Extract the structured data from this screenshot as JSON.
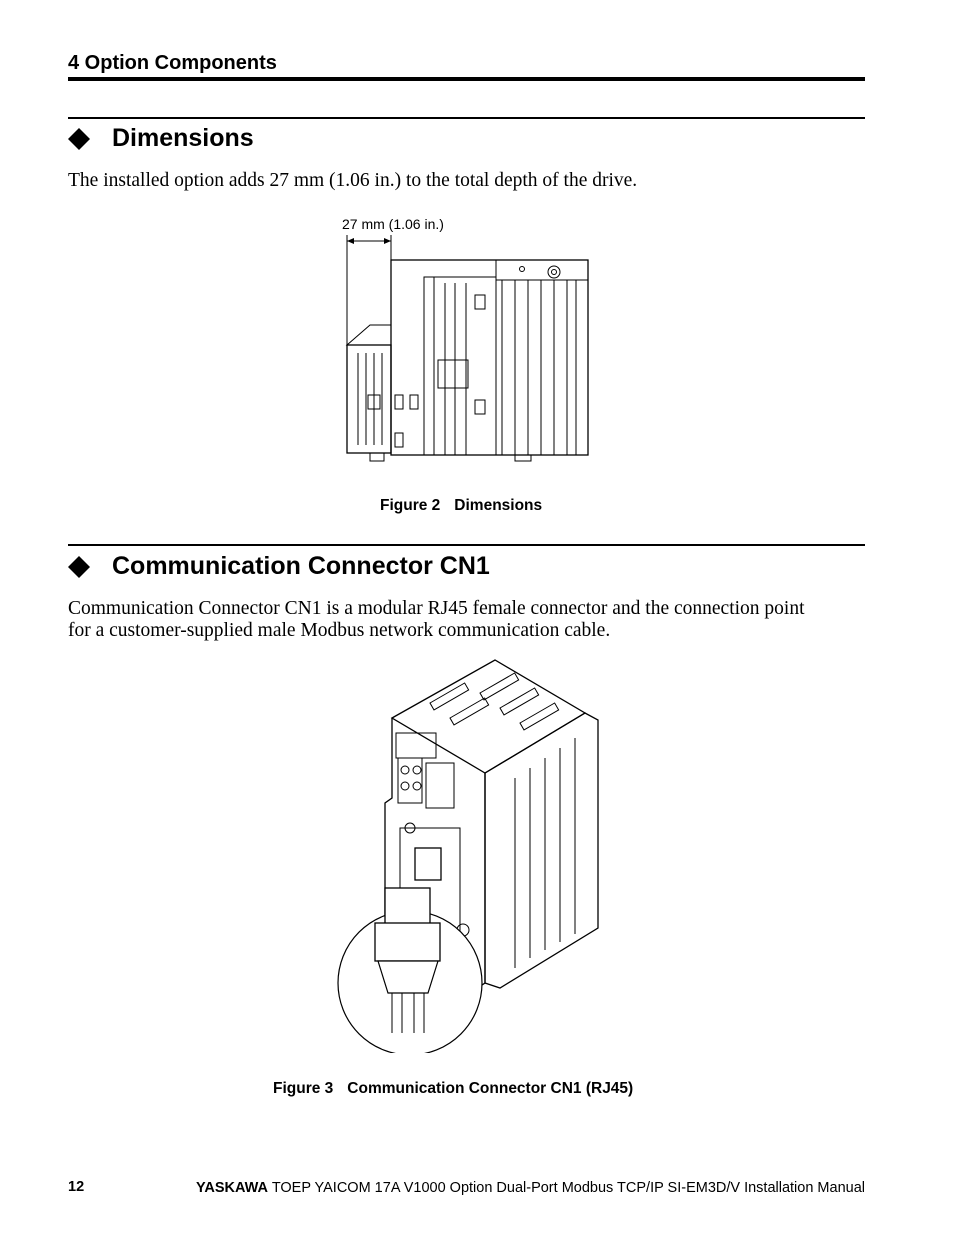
{
  "header": {
    "chapter_title": "4  Option Components"
  },
  "section_dimensions": {
    "heading": "Dimensions",
    "body": "The installed option adds 27 mm (1.06 in.) to the total depth of the drive.",
    "figure_label": "27 mm (1.06 in.)",
    "caption_number": "Figure 2",
    "caption_title": "Dimensions"
  },
  "section_connector": {
    "heading": "Communication Connector CN1",
    "body_line1": "Communication Connector CN1 is a modular RJ45 female connector and the connection point",
    "body_line2": "for a customer-supplied male Modbus network communication cable.",
    "caption_number": "Figure 3",
    "caption_title": "Communication Connector CN1 (RJ45)"
  },
  "footer": {
    "page_number": "12",
    "brand": "YASKAWA",
    "manual_title": "TOEP YAICOM 17A V1000 Option Dual-Port Modbus TCP/IP SI-EM3D/V Installation Manual"
  }
}
